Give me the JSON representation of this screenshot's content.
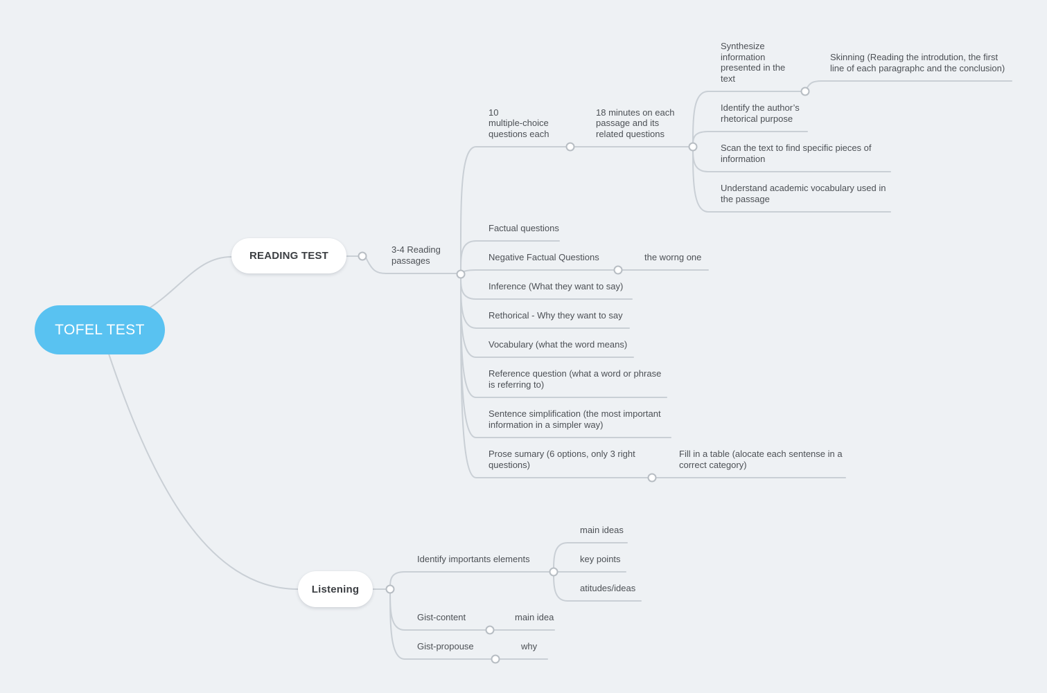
{
  "theme": {
    "background": "#eef1f4",
    "root_fill": "#59c2f1",
    "root_text": "#ffffff",
    "topic_fill": "#ffffff",
    "topic_text": "#3b3e42",
    "label_text": "#4c5055",
    "line": "#c9cfd5",
    "toggle_fill": "#ffffff",
    "toggle_stroke": "#b7bdc3"
  },
  "map": {
    "root": {
      "label": "TOFEL TEST"
    },
    "reading": {
      "label": "READING TEST",
      "passages": {
        "label": "3-4 Reading\npassages"
      },
      "ten_mc": {
        "label": "10\nmultiple-choice\nquestions each"
      },
      "eighteen_min": {
        "label": "18 minutes on each\npassage and its\nrelated questions"
      },
      "synthesize": {
        "label": "Synthesize\ninformation\npresented in the\ntext"
      },
      "skinning": {
        "label": "Skinning (Reading the introdution, the first\nline of each paragraphc and the conclusion)"
      },
      "identify_purpose": {
        "label": "Identify the author’s\nrhetorical purpose"
      },
      "scan": {
        "label": "Scan the text to find specific pieces of\ninformation"
      },
      "understand": {
        "label": "Understand academic vocabulary used in\nthe passage"
      },
      "factual": {
        "label": "Factual questions"
      },
      "negative_factual": {
        "label": "Negative Factual Questions"
      },
      "wrong_one": {
        "label": "the worng one"
      },
      "inference": {
        "label": "Inference (What they want to say)"
      },
      "rethorical": {
        "label": "Rethorical - Why they want to say"
      },
      "vocabulary": {
        "label": "Vocabulary (what the word means)"
      },
      "reference": {
        "label": "Reference question (what a word or phrase\nis referring to)"
      },
      "sentence_simplification": {
        "label": "Sentence simplification (the most important\ninformation in a simpler way)"
      },
      "prose_summary": {
        "label": "Prose sumary (6 options, only 3 right\nquestions)"
      },
      "fill_table": {
        "label": "Fill in a table (alocate each sentense in a\ncorrect category)"
      }
    },
    "listening": {
      "label": "Listening",
      "identify_elements": {
        "label": "Identify importants elements"
      },
      "main_ideas": {
        "label": "main ideas"
      },
      "key_points": {
        "label": "key points"
      },
      "attitudes": {
        "label": "atitudes/ideas"
      },
      "gist_content": {
        "label": "Gist-content"
      },
      "gist_content_main_idea": {
        "label": "main idea"
      },
      "gist_propouse": {
        "label": "Gist-propouse"
      },
      "gist_propouse_why": {
        "label": "why"
      }
    }
  }
}
